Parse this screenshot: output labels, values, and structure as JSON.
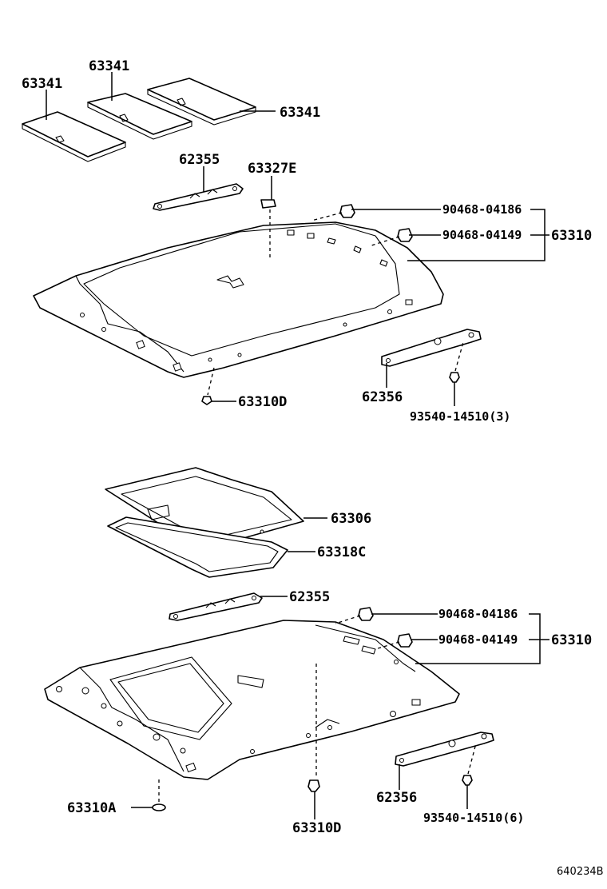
{
  "upper_assembly": {
    "pad_left": "63341",
    "pad_middle": "63341",
    "pad_right": "63341",
    "bracket_front": "62355",
    "clip_center": "63327E",
    "clip_upper": "90468-04186",
    "clip_lower": "90468-04149",
    "headlining": "63310",
    "fastener": "63310D",
    "bracket_rear": "62356",
    "screw": "93540-14510(3)"
  },
  "lower_assembly": {
    "sunroof_trim": "63306",
    "sunroof_seal": "63318C",
    "bracket_front": "62355",
    "clip_upper": "90468-04186",
    "clip_lower": "90468-04149",
    "headlining": "63310",
    "fastener_left": "63310A",
    "fastener_center": "63310D",
    "bracket_rear": "62356",
    "screw": "93540-14510(6)"
  },
  "diagram_code": "640234B"
}
